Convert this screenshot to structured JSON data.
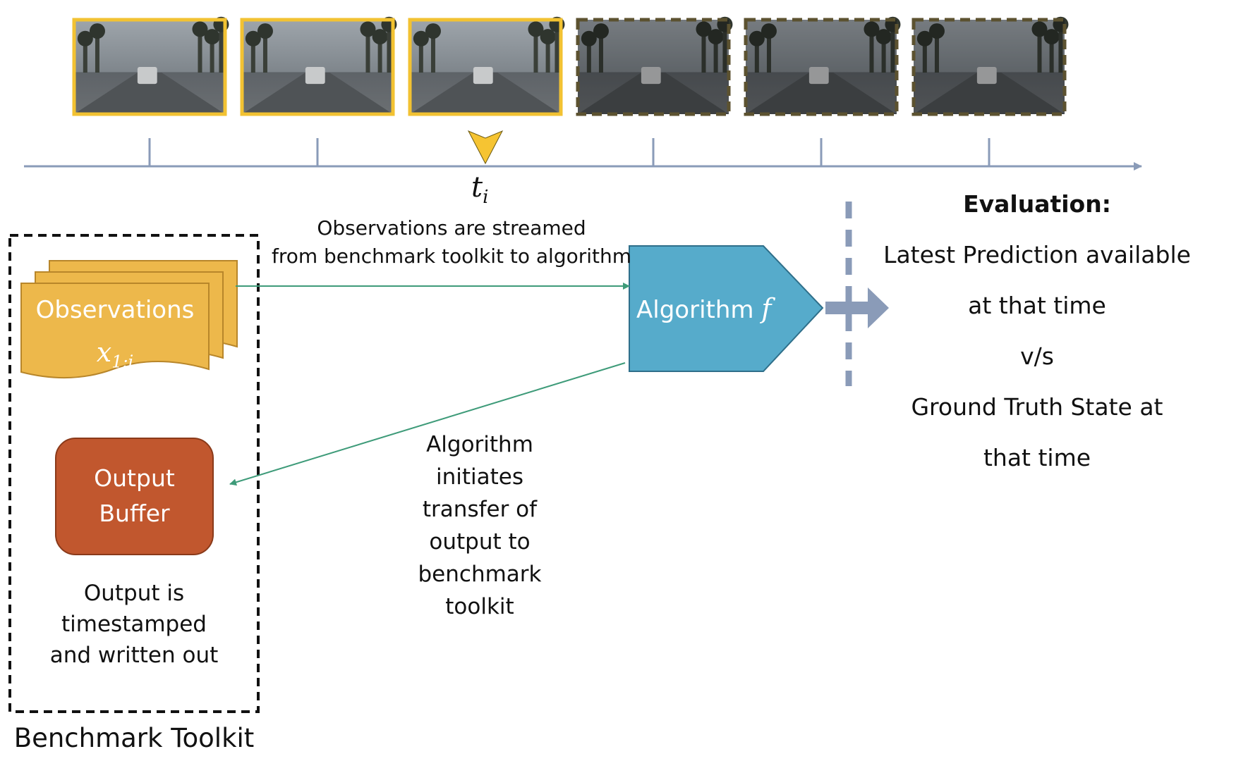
{
  "timeline": {
    "time_label": "t",
    "time_subscript": "i",
    "frames": [
      {
        "state": "observed",
        "border_color": "#F2C232"
      },
      {
        "state": "observed",
        "border_color": "#F2C232"
      },
      {
        "state": "observed",
        "border_color": "#F2C232"
      },
      {
        "state": "future",
        "border_color": "#5C5230"
      },
      {
        "state": "future",
        "border_color": "#5C5230"
      },
      {
        "state": "future",
        "border_color": "#5C5230"
      }
    ],
    "axis_color": "#8A9BB8",
    "marker_color": "#F6C432"
  },
  "stream_label": {
    "line1": "Observations are streamed",
    "line2": "from benchmark toolkit to algorithm"
  },
  "observations": {
    "title": "Observations",
    "var": "x",
    "sub": "1:i",
    "fill": "#EDB84B"
  },
  "algorithm": {
    "label": "Algorithm",
    "symbol": "f",
    "fill": "#56ABCB"
  },
  "output_buffer": {
    "line1": "Output",
    "line2": "Buffer",
    "fill": "#C1572E"
  },
  "output_note": {
    "line1": "Output is",
    "line2": "timestamped",
    "line3": "and written out"
  },
  "transfer_label": {
    "line1": "Algorithm",
    "line2": "initiates",
    "line3": "transfer of",
    "line4": "output to",
    "line5": "benchmark",
    "line6": "toolkit"
  },
  "toolkit_label": "Benchmark Toolkit",
  "evaluation": {
    "title": "Evaluation:",
    "line1": "Latest Prediction available",
    "line2": "at that time",
    "line3": "v/s",
    "line4": "Ground Truth State at",
    "line5": "that time"
  },
  "arrow_color": "#3E9B79"
}
